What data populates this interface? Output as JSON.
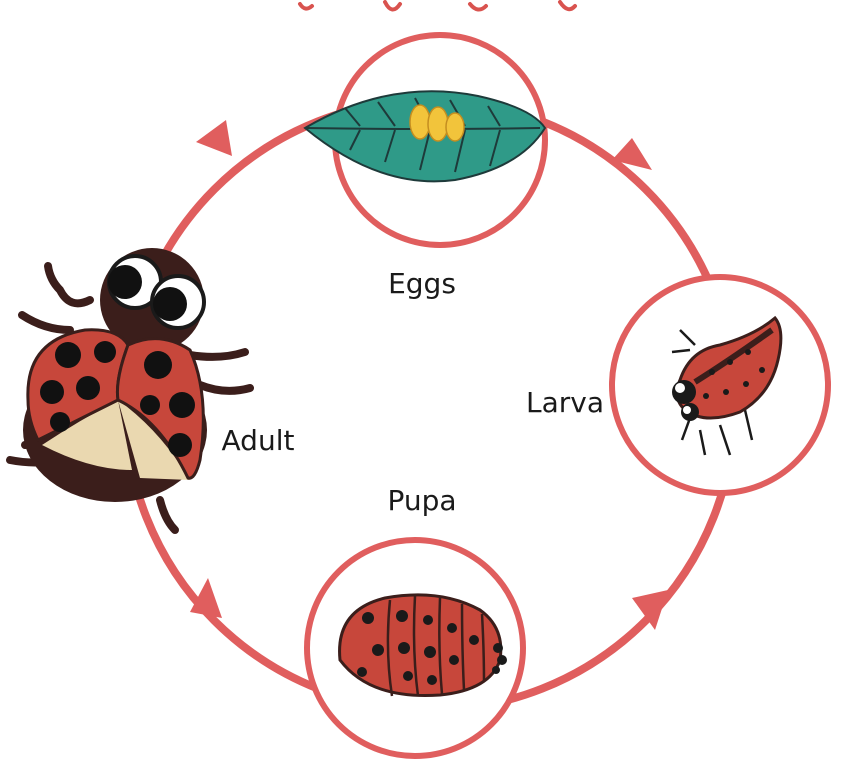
{
  "stages": [
    {
      "key": "eggs",
      "label": "Eggs"
    },
    {
      "key": "larva",
      "label": "Larva"
    },
    {
      "key": "pupa",
      "label": "Pupa"
    },
    {
      "key": "adult",
      "label": "Adult"
    }
  ],
  "colors": {
    "cycle": "#e05e5e",
    "ladybug_red": "#c7473b",
    "ladybug_dark": "#3b1e1b",
    "spot": "#111111",
    "leaf": "#2f9a88",
    "egg": "#f2c43b",
    "cream": "#ead8b0"
  }
}
